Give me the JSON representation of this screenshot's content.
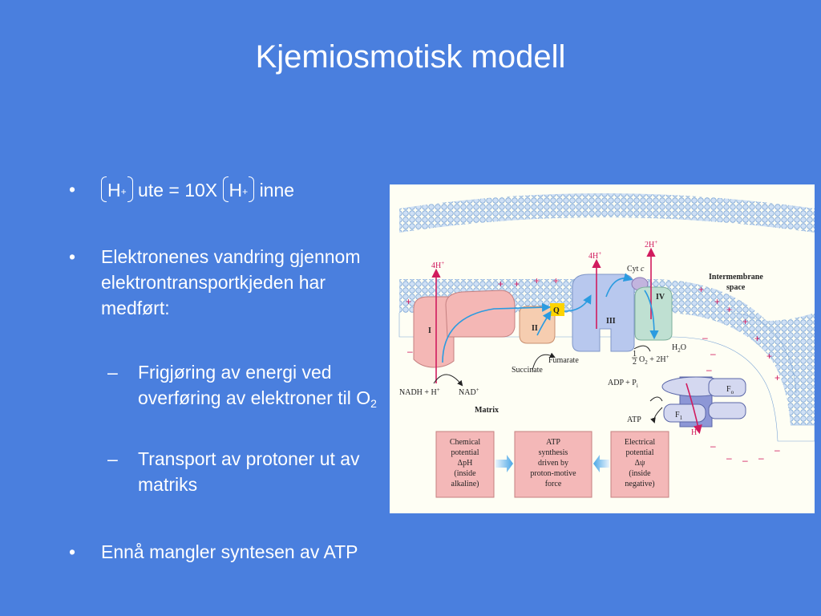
{
  "slide": {
    "title": "Kjemiosmotisk modell",
    "bullet1": {
      "h_outside": "H",
      "h_outside_sup": "+",
      "middle": "ute = 10X",
      "h_inside": "H",
      "h_inside_sup": "+",
      "tail": "inne"
    },
    "bullet2": {
      "text": "Elektronenes vandring gjennom elektrontransportkjeden har medført:",
      "sub1_prefix": "Frigjøring av energi ved overføring av elektroner til O",
      "sub1_subscript": "2",
      "sub2": "Transport av protoner ut av matriks"
    },
    "bullet3": "Ennå mangler syntesen av ATP",
    "bullet_symbol": "•",
    "dash_symbol": "–"
  },
  "figure": {
    "complex_I": "I",
    "complex_II": "II",
    "complex_III": "III",
    "complex_IV": "IV",
    "q_label": "Q",
    "cyt_c_prefix": "Cyt ",
    "cyt_c_italic": "c",
    "h_left": "4H",
    "h_mid": "4H",
    "h_right": "2H",
    "h_plus": "+",
    "intermembrane_1": "Intermembrane",
    "intermembrane_2": "space",
    "matrix": "Matrix",
    "nadh_h": "NADH + H",
    "nad": "NAD",
    "succinate": "Succinate",
    "fumarate": "Fumarate",
    "water_o2": "O",
    "water_o2_sub": "2",
    "water_2h": " + 2H",
    "half_num": "1",
    "half_den": "2",
    "h2o_h": "H",
    "h2o_sub": "2",
    "h2o_o": "O",
    "adp": "ADP + P",
    "adp_sub": "i",
    "atp": "ATP",
    "f_o": "F",
    "f_o_sub": "o",
    "f_1": "F",
    "f_1_sub": "1",
    "h_atp": "H",
    "box_chemical": [
      "Chemical",
      "potential",
      "ΔpH",
      "(inside",
      "alkaline)"
    ],
    "box_atp": [
      "ATP",
      "synthesis",
      "driven by",
      "proton-motive",
      "force"
    ],
    "box_electrical": [
      "Electrical",
      "potential",
      "Δψ",
      "(inside",
      "negative)"
    ],
    "plus_sign": "+",
    "minus_sign": "–",
    "colors": {
      "slide_bg": "#4a7fde",
      "complex_I": "#f4b7b5",
      "complex_III": "#b8c8ee",
      "complex_IV": "#bfe0d2",
      "membrane": "#9ec0e8",
      "proton": "#d11b5e",
      "electron": "#2a9be0"
    }
  }
}
